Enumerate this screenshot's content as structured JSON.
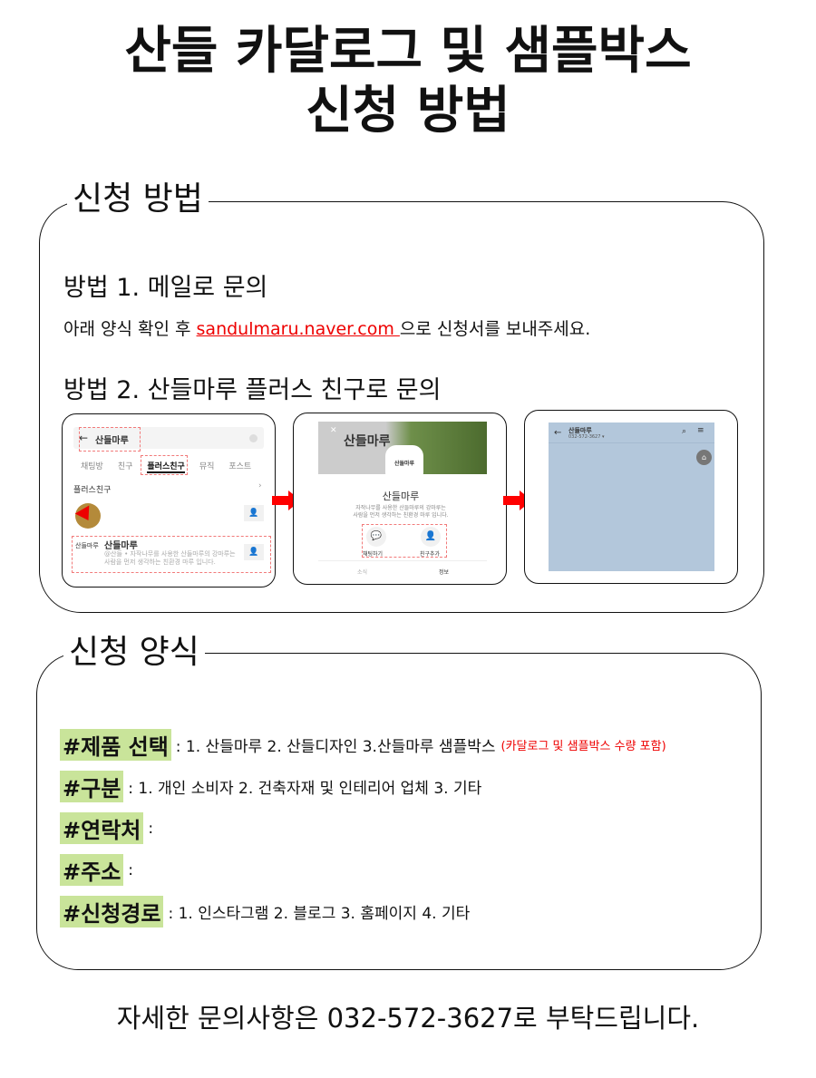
{
  "title": {
    "line1": "산들 카달로그 및 샘플박스",
    "line2": "신청 방법"
  },
  "method_section": {
    "legend": "신청 방법",
    "method1_title": "방법 1. 메일로 문의",
    "method1_text_before": "아래 양식 확인 후 ",
    "method1_email": "sandulmaru.naver.com ",
    "method1_text_after": "으로 신청서를 보내주세요.",
    "method2_title": "방법 2. 산들마루 플러스 친구로 문의",
    "screen1": {
      "search": "산들마루",
      "tabs": [
        "채팅방",
        "친구",
        "플러스친구",
        "뮤직",
        "포스트"
      ],
      "section": "플러스친구",
      "result_name": "산들마루",
      "result_desc_1": "@산들 • 자작나무를 사용한 산들마루의 강마루는",
      "result_desc_2": "사람을 먼저 생각하는 친환경 마루 입니다.",
      "logo": "산들마루"
    },
    "screen2": {
      "brand": "산들마루",
      "logo": "산들마루",
      "name": "산들마루",
      "desc_1": "자작나무를 사용한 산들마루의 강마루는",
      "desc_2": "사람을 먼저 생각하는 친환경 마루 입니다.",
      "chat": "채팅하기",
      "add_friend": "친구추가",
      "tab_news": "소식",
      "tab_info": "정보"
    },
    "screen3": {
      "name": "산들마루",
      "phone": "032-572-3627 ▾"
    }
  },
  "form_section": {
    "legend": "신청 양식",
    "rows": [
      {
        "label": "#제품 선택",
        "value": ": 1. 산들마루 2. 산들디자인 3.산들마루 샘플박스",
        "note": "(카달로그 및 샘플박스 수량 포함)"
      },
      {
        "label": "#구분",
        "value": ": 1. 개인 소비자 2. 건축자재 및 인테리어 업체 3. 기타"
      },
      {
        "label": "#연락처",
        "value": ":"
      },
      {
        "label": "#주소",
        "value": ":"
      },
      {
        "label": "#신청경로",
        "value": ": 1. 인스타그램 2. 블로그 3. 홈페이지 4. 기타"
      }
    ]
  },
  "footer": "자세한 문의사항은 032-572-3627로 부탁드립니다.",
  "colors": {
    "highlight": "#c9e49a",
    "accent": "#e00000",
    "chat_bg": "#b3c7db"
  }
}
